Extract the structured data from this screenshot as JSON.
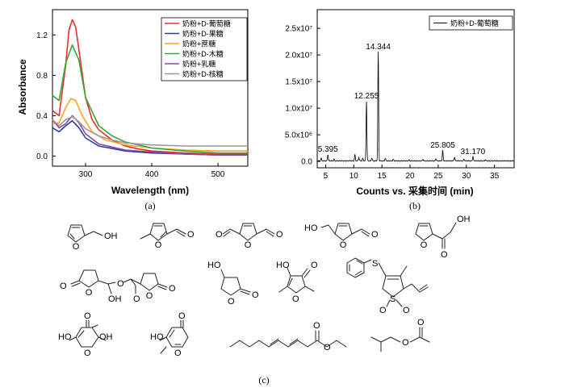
{
  "chart_data": [
    {
      "type": "line",
      "panel_label": "(a)",
      "xlabel": "Wavelength  (nm)",
      "ylabel": "Absorbance",
      "xlim": [
        250,
        545
      ],
      "ylim": [
        -0.1,
        1.45
      ],
      "xticks": [
        300,
        400,
        500
      ],
      "yticks": [
        0.0,
        0.4,
        0.8,
        1.2
      ],
      "ytick_labels": [
        "0.0",
        "0.4",
        "0.8",
        "1.2"
      ],
      "legend_position": "top-right",
      "series": [
        {
          "name": "奶粉+D-葡萄糖",
          "color": "#e8302a",
          "x": [
            250,
            260,
            270,
            275,
            280,
            285,
            290,
            300,
            310,
            320,
            340,
            360,
            380,
            400,
            450,
            500,
            545
          ],
          "y": [
            0.45,
            0.4,
            0.9,
            1.25,
            1.35,
            1.28,
            1.05,
            0.58,
            0.36,
            0.26,
            0.16,
            0.1,
            0.07,
            0.05,
            0.03,
            0.02,
            0.02
          ]
        },
        {
          "name": "奶粉+D-果糖",
          "color": "#2c3e9c",
          "x": [
            250,
            260,
            270,
            280,
            290,
            300,
            320,
            360,
            400,
            450,
            500,
            545
          ],
          "y": [
            0.28,
            0.24,
            0.3,
            0.35,
            0.28,
            0.18,
            0.1,
            0.05,
            0.03,
            0.02,
            0.01,
            0.01
          ]
        },
        {
          "name": "奶粉+蔗糖",
          "color": "#f5a623",
          "x": [
            250,
            260,
            270,
            278,
            285,
            295,
            310,
            330,
            360,
            400,
            450,
            500,
            545
          ],
          "y": [
            0.32,
            0.33,
            0.48,
            0.57,
            0.55,
            0.4,
            0.24,
            0.16,
            0.11,
            0.08,
            0.06,
            0.05,
            0.05
          ]
        },
        {
          "name": "奶粉+D-木糖",
          "color": "#3ba53b",
          "x": [
            250,
            260,
            270,
            280,
            290,
            300,
            320,
            340,
            360,
            400,
            450,
            500,
            545
          ],
          "y": [
            0.6,
            0.55,
            0.92,
            1.1,
            0.95,
            0.58,
            0.3,
            0.2,
            0.14,
            0.08,
            0.05,
            0.03,
            0.03
          ]
        },
        {
          "name": "奶粉+乳糖",
          "color": "#8e44ad",
          "x": [
            250,
            260,
            270,
            280,
            290,
            300,
            320,
            360,
            400,
            450,
            500,
            545
          ],
          "y": [
            0.36,
            0.28,
            0.32,
            0.4,
            0.33,
            0.22,
            0.12,
            0.06,
            0.04,
            0.02,
            0.01,
            0.01
          ]
        },
        {
          "name": "奶粉+D-核糖",
          "color": "#999999",
          "x": [
            250,
            260,
            270,
            280,
            290,
            300,
            320,
            340,
            360,
            400,
            450,
            500,
            545
          ],
          "y": [
            0.36,
            0.3,
            0.36,
            0.39,
            0.34,
            0.27,
            0.2,
            0.16,
            0.13,
            0.11,
            0.1,
            0.1,
            0.1
          ]
        }
      ]
    },
    {
      "type": "line",
      "panel_label": "(b)",
      "xlabel": "Counts vs. 采集时间  (min)",
      "ylabel": "",
      "xlim": [
        3.5,
        38.5
      ],
      "ylim": [
        -0.12,
        2.85
      ],
      "xticks": [
        5,
        10,
        15,
        20,
        25,
        30,
        35
      ],
      "yticks": [
        0.0,
        0.5,
        1.0,
        1.5,
        2.0,
        2.5
      ],
      "ytick_labels": [
        "0.0",
        "5.0x10⁶",
        "1.0x10⁷",
        "1.5x10⁷",
        "2.0x10⁷",
        "2.5x10⁷"
      ],
      "legend_position": "top-right",
      "series": [
        {
          "name": "奶粉+D-葡萄糖",
          "color": "#000000"
        }
      ],
      "peaks": [
        {
          "rt": 5.395,
          "height": 0.12,
          "label": "5.395"
        },
        {
          "rt": 12.255,
          "height": 1.12,
          "label": "12.255"
        },
        {
          "rt": 14.344,
          "height": 2.05,
          "label": "14.344"
        },
        {
          "rt": 25.805,
          "height": 0.2,
          "label": "25.805"
        },
        {
          "rt": 31.17,
          "height": 0.08,
          "label": "31.170"
        }
      ],
      "minor_peaks": [
        {
          "rt": 4.2,
          "height": 0.05
        },
        {
          "rt": 6.5,
          "height": 0.03
        },
        {
          "rt": 10.2,
          "height": 0.12
        },
        {
          "rt": 10.9,
          "height": 0.07
        },
        {
          "rt": 11.6,
          "height": 0.05
        },
        {
          "rt": 13.2,
          "height": 0.06
        },
        {
          "rt": 15.6,
          "height": 0.05
        },
        {
          "rt": 17.0,
          "height": 0.03
        },
        {
          "rt": 19.8,
          "height": 0.02
        },
        {
          "rt": 22.3,
          "height": 0.03
        },
        {
          "rt": 24.6,
          "height": 0.04
        },
        {
          "rt": 27.9,
          "height": 0.07
        },
        {
          "rt": 29.6,
          "height": 0.03
        },
        {
          "rt": 33.4,
          "height": 0.02
        }
      ]
    }
  ],
  "figure": {
    "panel_c_label": "(c)",
    "atoms": {
      "O": "O",
      "OH": "OH",
      "HO": "HO",
      "S": "S"
    }
  }
}
